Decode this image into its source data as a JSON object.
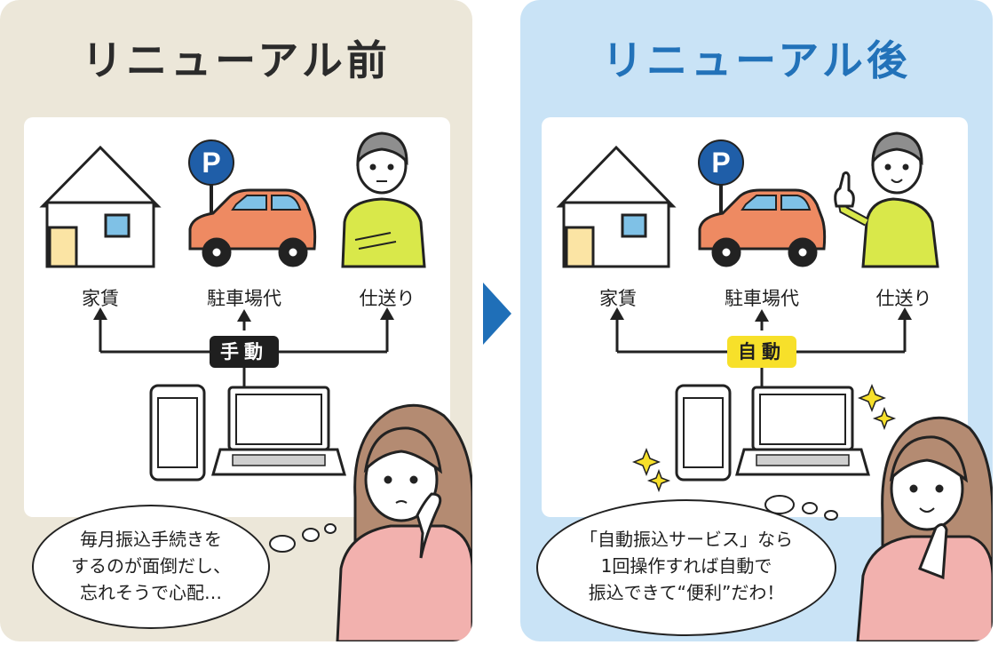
{
  "before": {
    "title": "リニューアル前",
    "labels": [
      "家賃",
      "駐車場代",
      "仕送り"
    ],
    "tag": "手動",
    "speech": [
      "毎月振込手続きを",
      "するのが面倒だし、",
      "忘れそうで心配…"
    ]
  },
  "after": {
    "title": "リニューアル後",
    "labels": [
      "家賃",
      "駐車場代",
      "仕送り"
    ],
    "tag": "自動",
    "speech": [
      "「自動振込サービス」なら",
      "1回操作すれば自動で",
      "振込できて“便利”だわ！"
    ]
  },
  "parking_sign": "P",
  "colors": {
    "before_bg": "#ece7d9",
    "after_bg": "#c9e3f6",
    "after_title": "#2272b9",
    "arrow": "#1f6fb8",
    "car": "#ee8a62",
    "manual_tag": "#1f1f1f",
    "auto_tag": "#f7e02a"
  },
  "icons": [
    "house-icon",
    "parking-sign-icon",
    "car-icon",
    "person-icon",
    "smartphone-icon",
    "laptop-icon",
    "woman-icon",
    "sparkle-icon",
    "right-arrow-icon"
  ]
}
